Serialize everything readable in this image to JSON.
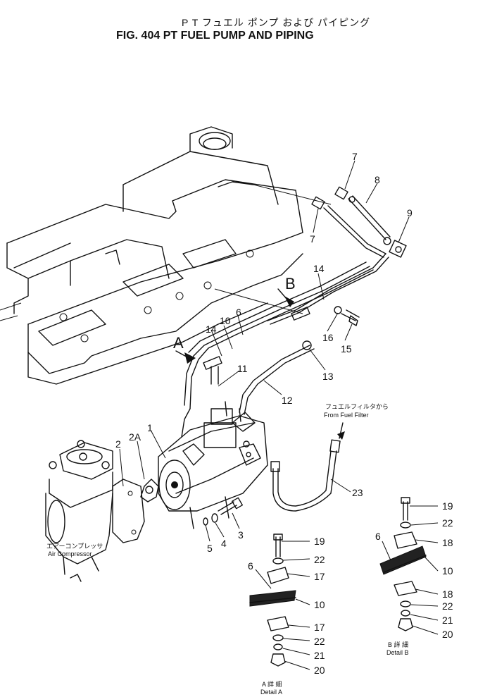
{
  "title_jp": "P T フュエル ポンプ および パイピング",
  "title_en": "FIG. 404  PT FUEL PUMP AND PIPING",
  "view_labels": {
    "a": "A",
    "b": "B"
  },
  "labels": {
    "fuel_filter_jp": "フュエルフィルタから",
    "fuel_filter_en": "From Fuel Filter",
    "air_comp_jp": "エアーコンプレッサ",
    "air_comp_en": "Air Compressor",
    "detail_a_jp": "A 詳 細",
    "detail_a_en": "Detail A",
    "detail_b_jp": "B 詳 細",
    "detail_b_en": "Detail B"
  },
  "callouts": {
    "c7a": "7",
    "c8": "8",
    "c9": "9",
    "c7b": "7",
    "c14a": "14",
    "c16": "16",
    "c15": "15",
    "c14b": "14",
    "c10a": "10",
    "c6a": "6",
    "c13": "13",
    "c11": "11",
    "c12": "12",
    "c1": "1",
    "c2a": "2A",
    "c2": "2",
    "c5": "5",
    "c4": "4",
    "c3": "3",
    "c23": "23",
    "a19": "19",
    "a22a": "22",
    "a6": "6",
    "a17a": "17",
    "a10": "10",
    "a17b": "17",
    "a22b": "22",
    "a21": "21",
    "a20": "20",
    "b19": "19",
    "b22a": "22",
    "b6": "6",
    "b18a": "18",
    "b10": "10",
    "b18b": "18",
    "b22b": "22",
    "b21": "21",
    "b20": "20"
  }
}
